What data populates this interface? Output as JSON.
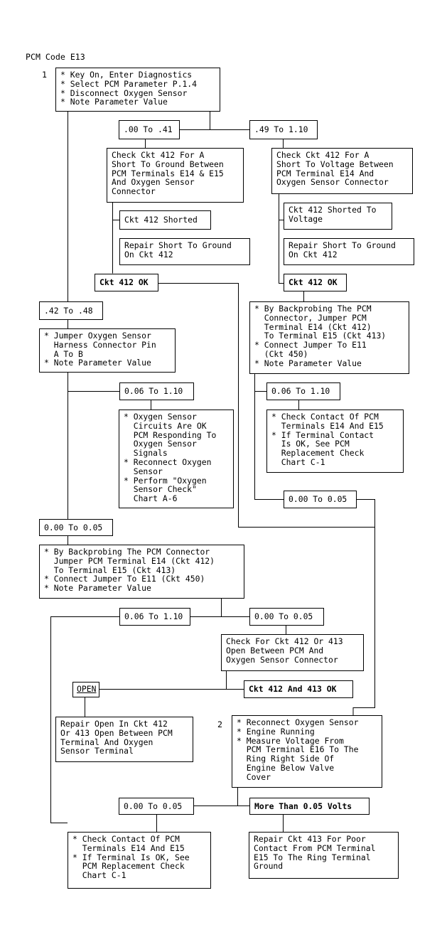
{
  "title": "PCM Code E13",
  "step_numbers": {
    "step1": "1",
    "step2": "2"
  },
  "boxes": {
    "b1": {
      "lines": [
        "* Key On, Enter Diagnostics",
        "* Select PCM Parameter P.1.4",
        "* Disconnect Oxygen Sensor",
        "* Note Parameter Value"
      ]
    },
    "b2": {
      "lines": [
        ".00 To .41"
      ]
    },
    "b3": {
      "lines": [
        ".49 To 1.10"
      ]
    },
    "b4": {
      "lines": [
        "Check Ckt 412 For A",
        "Short To Ground Between",
        "PCM Terminals E14 & E15",
        "And Oxygen Sensor",
        "Connector"
      ]
    },
    "b5": {
      "lines": [
        "Check Ckt 412 For A",
        "Short To Voltage Between",
        "PCM Terminal E14 And",
        "Oxygen Sensor Connector"
      ]
    },
    "b6": {
      "lines": [
        "Ckt 412 Shorted"
      ]
    },
    "b7": {
      "lines": [
        "Ckt 412 Shorted To",
        "Voltage"
      ]
    },
    "b8": {
      "lines": [
        "Repair Short To Ground",
        "On Ckt 412"
      ]
    },
    "b9": {
      "lines": [
        "Repair Short To Ground",
        "On Ckt 412"
      ]
    },
    "b10": {
      "lines": [
        "Ckt 412 OK"
      ]
    },
    "b11": {
      "lines": [
        "Ckt 412 OK"
      ]
    },
    "b12": {
      "lines": [
        ".42 To .48"
      ]
    },
    "b13": {
      "lines": [
        "* By Backprobing The PCM",
        "  Connector, Jumper PCM",
        "  Terminal E14 (Ckt 412)",
        "  To Terminal E15 (Ckt 413)",
        "* Connect Jumper To E11",
        "  (Ckt 450)",
        "* Note Parameter Value"
      ]
    },
    "b14": {
      "lines": [
        "* Jumper Oxygen Sensor",
        "  Harness Connector Pin",
        "  A To B",
        "* Note Parameter Value"
      ]
    },
    "b15": {
      "lines": [
        "0.06 To 1.10"
      ]
    },
    "b16": {
      "lines": [
        "0.06 To 1.10"
      ]
    },
    "b17": {
      "lines": [
        "* Oxygen Sensor",
        "  Circuits Are OK",
        "  PCM Responding To",
        "  Oxygen Sensor",
        "  Signals",
        "* Reconnect Oxygen",
        "  Sensor",
        "* Perform \"Oxygen",
        "  Sensor Check\"",
        "  Chart A-6"
      ]
    },
    "b18": {
      "lines": [
        "* Check Contact Of PCM",
        "  Terminals E14 And E15",
        "* If Terminal Contact",
        "  Is OK, See PCM",
        "  Replacement Check",
        "  Chart C-1"
      ]
    },
    "b19": {
      "lines": [
        "0.00 To 0.05"
      ]
    },
    "b20": {
      "lines": [
        "0.00 To 0.05"
      ]
    },
    "b21": {
      "lines": [
        "* By Backprobing The PCM Connector",
        "  Jumper PCM Terminal E14 (Ckt 412)",
        "  To Terminal E15 (Ckt 413)",
        "* Connect Jumper To E11 (Ckt 450)",
        "* Note Parameter Value"
      ]
    },
    "b22": {
      "lines": [
        "0.06 To 1.10"
      ]
    },
    "b23": {
      "lines": [
        "0.00 To 0.05"
      ]
    },
    "b24": {
      "lines": [
        "Check For Ckt 412 Or 413",
        "Open Between PCM And",
        "Oxygen Sensor Connector"
      ]
    },
    "b25": {
      "lines": [
        "OPEN"
      ]
    },
    "b26": {
      "lines": [
        "Ckt 412 And 413 OK"
      ]
    },
    "b27": {
      "lines": [
        "Repair Open In Ckt 412",
        "Or 413 Open Between PCM",
        "Terminal And Oxygen",
        "Sensor Terminal"
      ]
    },
    "b28": {
      "lines": [
        "* Reconnect Oxygen Sensor",
        "* Engine Running",
        "* Measure Voltage From",
        "  PCM Terminal E16 To The",
        "  Ring Right Side Of",
        "  Engine Below Valve",
        "  Cover"
      ]
    },
    "b29": {
      "lines": [
        "0.00 To 0.05"
      ]
    },
    "b30": {
      "lines": [
        "More Than 0.05 Volts"
      ]
    },
    "b31": {
      "lines": [
        "* Check Contact Of PCM",
        "  Terminals E14 And E15",
        "* If Terminal Is OK, See",
        "  PCM Replacement Check",
        "  Chart C-1"
      ]
    },
    "b32": {
      "lines": [
        "Repair Ckt 413 For Poor",
        "Contact From PCM Terminal",
        "E15 To The Ring Terminal",
        "Ground"
      ]
    }
  }
}
